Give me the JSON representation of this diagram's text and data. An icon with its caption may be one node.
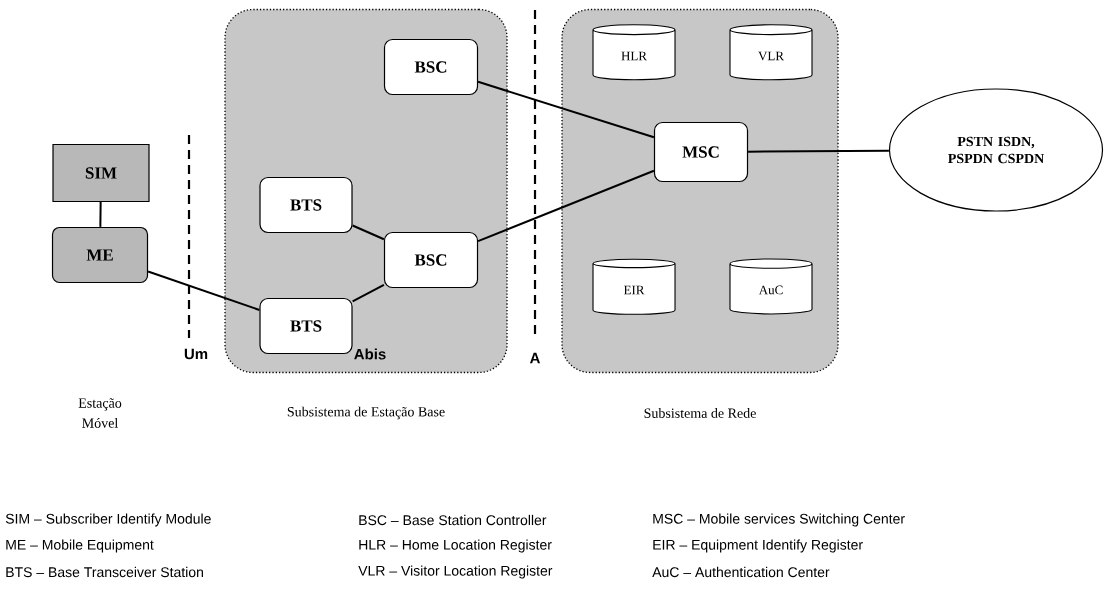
{
  "diagram": {
    "nodes": [
      {
        "text": [
          "SIM"
        ]
      },
      {
        "text": [
          "ME"
        ]
      },
      {
        "text": [
          "Subsistema de Estação Base"
        ]
      },
      {
        "text": [
          "BSC"
        ],
        "in": 2
      },
      {
        "text": [
          "BTS"
        ],
        "in": 2
      },
      {
        "text": [
          "BSC"
        ],
        "in": 2
      },
      {
        "text": [
          "BTS"
        ],
        "in": 2
      },
      {
        "text": [
          "Subsistema de Rede"
        ]
      },
      {
        "text": [
          "HLR"
        ],
        "in": 7
      },
      {
        "text": [
          "VLR"
        ],
        "in": 7
      },
      {
        "text": [
          "MSC"
        ],
        "in": 7
      },
      {
        "text": [
          "EIR"
        ],
        "in": 7
      },
      {
        "text": [
          "AuC"
        ],
        "in": 7
      },
      {
        "text": [
          "PSTN ISDN, PSPDN CSPDN"
        ]
      }
    ],
    "edges": [
      {
        "from": 0,
        "to": 1,
        "arrow": "none"
      },
      {
        "from": 1,
        "to": 6,
        "arrow": "none"
      },
      {
        "from": 4,
        "to": 5,
        "arrow": "none"
      },
      {
        "from": 6,
        "to": 5,
        "arrow": "none"
      },
      {
        "from": 3,
        "to": 10,
        "arrow": "none"
      },
      {
        "from": 5,
        "to": 10,
        "arrow": "none"
      },
      {
        "from": 10,
        "to": 13,
        "arrow": "none"
      }
    ],
    "labels": [
      "Um",
      "Abis",
      "A",
      "Estação Móvel",
      "SIM – Subscriber Identify Module",
      "BSC – Base Station Controller",
      "MSC – Mobile services Switching Center",
      "ME – Mobile Equipment",
      "HLR – Home Location Register",
      "EIR – Equipment Identify Register",
      "BTS – Base Transceiver Station",
      "VLR – Visitor Location Register",
      "AuC – Authentication Center"
    ]
  }
}
